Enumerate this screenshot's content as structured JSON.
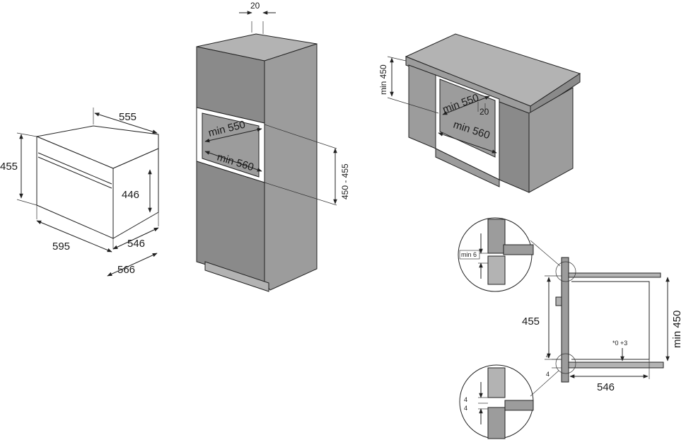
{
  "oven": {
    "width": "595",
    "height": "455",
    "depth": "555",
    "inner_height": "446",
    "depth_body": "546",
    "depth_total": "566"
  },
  "tall_cabinet": {
    "gap_top": "20",
    "niche_width": "min 560",
    "niche_depth": "min 550",
    "niche_height": "450 - 455"
  },
  "under_counter": {
    "niche_height": "min 450",
    "niche_depth": "min 550",
    "gap": "20",
    "niche_width": "min 560"
  },
  "section": {
    "top_detail_label": "min 6",
    "oven_height": "455",
    "niche_height": "min 450",
    "tolerance": "*0 +3",
    "gap_bottom_a": "4",
    "gap_bottom_b": "4",
    "detail_gap_a": "4",
    "detail_gap_b": "4",
    "depth": "546"
  }
}
